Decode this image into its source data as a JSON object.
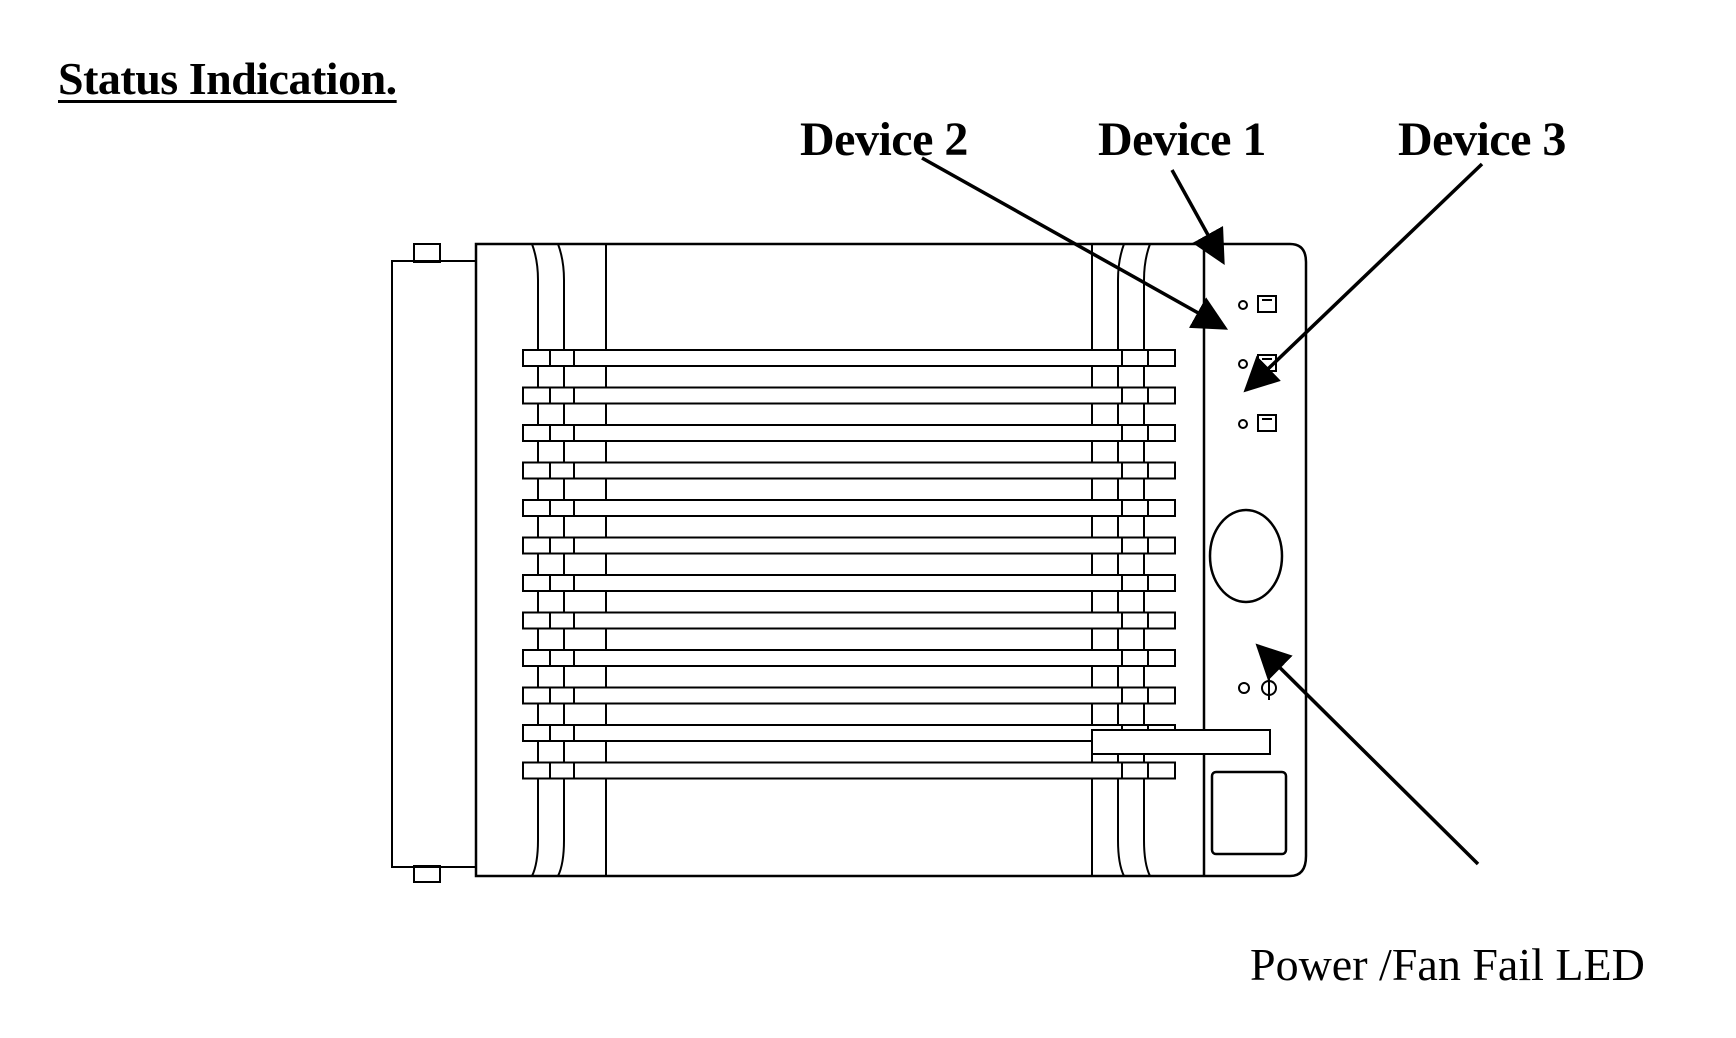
{
  "title": "Status Indication.",
  "labels": {
    "device2": "Device 2",
    "device1": "Device 1",
    "device3": "Device 3",
    "power_led": "Power /Fan Fail LED"
  },
  "colors": {
    "ink": "#000000",
    "background": "#ffffff"
  },
  "icons": [
    "drive-led-icon",
    "drive-led-icon",
    "drive-led-icon",
    "power-icon"
  ]
}
